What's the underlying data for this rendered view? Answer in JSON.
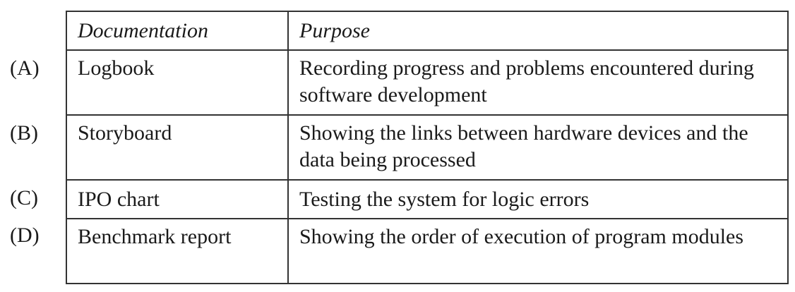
{
  "table": {
    "headers": [
      "Documentation",
      "Purpose"
    ],
    "rows": [
      {
        "label": "(A)",
        "documentation": "Logbook",
        "purpose": "Recording progress and problems encountered during software development"
      },
      {
        "label": "(B)",
        "documentation": "Storyboard",
        "purpose": "Showing the links between hardware devices and the data being processed"
      },
      {
        "label": "(C)",
        "documentation": "IPO chart",
        "purpose": "Testing the system for logic errors"
      },
      {
        "label": "(D)",
        "documentation": "Benchmark report",
        "purpose": "Showing the order of execution of program modules"
      }
    ]
  }
}
